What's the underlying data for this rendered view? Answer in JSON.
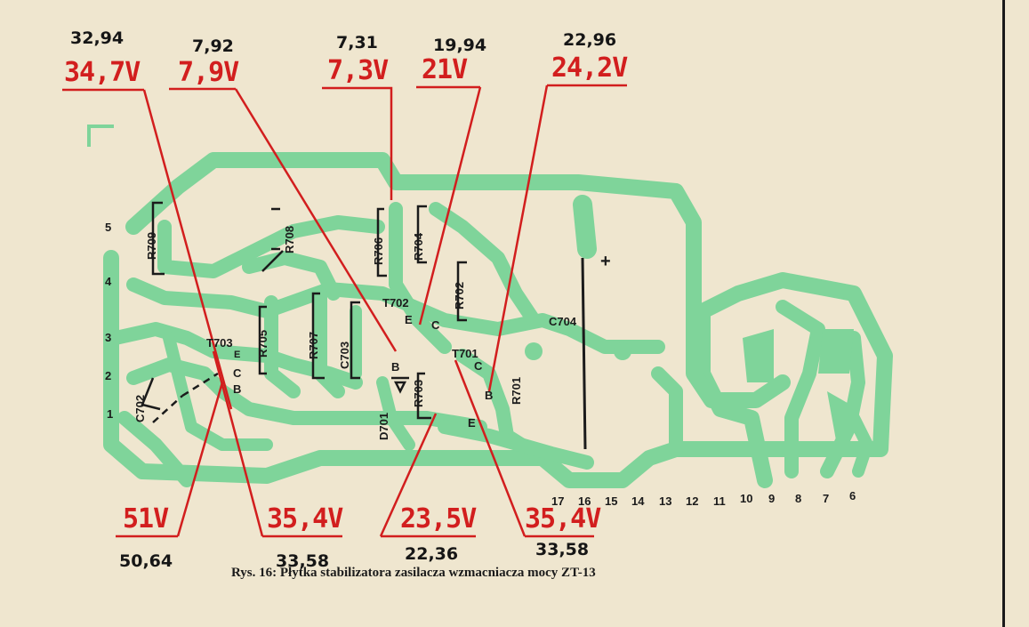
{
  "caption": "Rys. 16: Płytka stabilizatora zasilacza wzmacniacza mocy ZT-13",
  "colors": {
    "paper": "#efe6cf",
    "trace": "#7fd49a",
    "annotation": "#d21e1e",
    "ink": "#1b1b1b"
  },
  "measured": [
    "32,94",
    "7,92",
    "7,31",
    "19,94",
    "22,96",
    "50,64",
    "33,58",
    "22,36",
    "33,58"
  ],
  "nominal": [
    "34,7V",
    "7,9V",
    "7,3V",
    "21V",
    "24,2V",
    "51V",
    "35,4V",
    "23,5V",
    "35,4V"
  ],
  "components": {
    "r709": "R709",
    "r708": "R708",
    "r706": "R706",
    "r704": "R704",
    "r702": "R702",
    "r705": "R705",
    "r707": "R707",
    "c703": "C703",
    "r703": "R703",
    "r701": "R701",
    "c702": "C702",
    "c704": "C704",
    "d701": "D701",
    "t703": "T703",
    "t702": "T702",
    "t701": "T701"
  },
  "terminals": {
    "e": "E",
    "c": "C",
    "b": "B",
    "plus": "+"
  },
  "pins_left": [
    "5",
    "4",
    "3",
    "2",
    "1"
  ],
  "pins_bottom": [
    "17",
    "16",
    "15",
    "14",
    "13",
    "12",
    "11",
    "10",
    "9",
    "8",
    "7",
    "6"
  ]
}
